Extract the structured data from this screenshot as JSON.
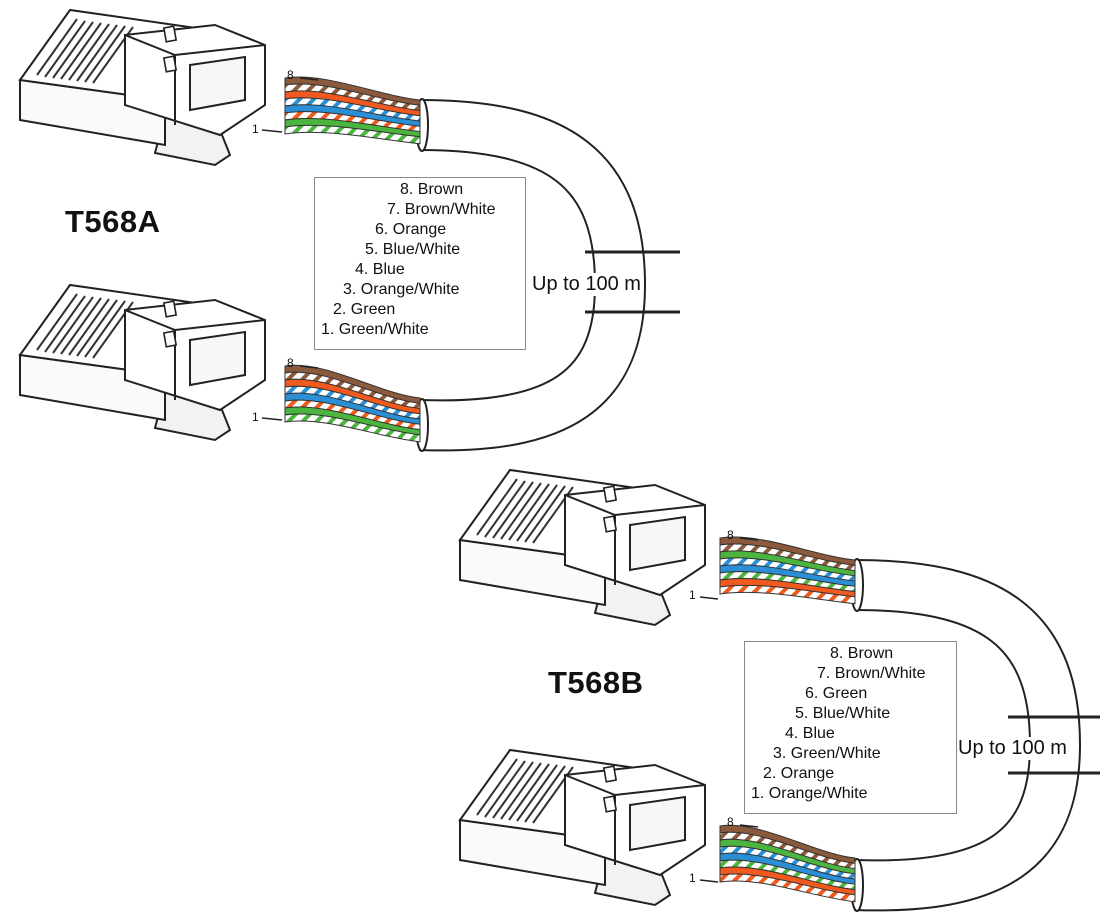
{
  "diagrams": [
    {
      "title": "T568A",
      "distance": "Up to 100 m",
      "pin_high": "8",
      "pin_low": "1",
      "pairs": [
        {
          "label": "8. Brown",
          "color": "#8b5a3c",
          "striped": false
        },
        {
          "label": "7. Brown/White",
          "color": "#8b5a3c",
          "striped": true
        },
        {
          "label": "6. Orange",
          "color": "#f05a1e",
          "striped": false
        },
        {
          "label": "5. Blue/White",
          "color": "#2b8fd6",
          "striped": true
        },
        {
          "label": "4. Blue",
          "color": "#2b8fd6",
          "striped": false
        },
        {
          "label": "3. Orange/White",
          "color": "#f05a1e",
          "striped": true
        },
        {
          "label": "2. Green",
          "color": "#4cb53f",
          "striped": false
        },
        {
          "label": "1. Green/White",
          "color": "#4cb53f",
          "striped": true
        }
      ]
    },
    {
      "title": "T568B",
      "distance": "Up to 100 m",
      "pin_high": "8",
      "pin_low": "1",
      "pairs": [
        {
          "label": "8. Brown",
          "color": "#8b5a3c",
          "striped": false
        },
        {
          "label": "7. Brown/White",
          "color": "#8b5a3c",
          "striped": true
        },
        {
          "label": "6. Green",
          "color": "#4cb53f",
          "striped": false
        },
        {
          "label": "5. Blue/White",
          "color": "#2b8fd6",
          "striped": true
        },
        {
          "label": "4. Blue",
          "color": "#2b8fd6",
          "striped": false
        },
        {
          "label": "3. Green/White",
          "color": "#4cb53f",
          "striped": true
        },
        {
          "label": "2. Orange",
          "color": "#f05a1e",
          "striped": false
        },
        {
          "label": "1. Orange/White",
          "color": "#f05a1e",
          "striped": true
        }
      ]
    }
  ]
}
